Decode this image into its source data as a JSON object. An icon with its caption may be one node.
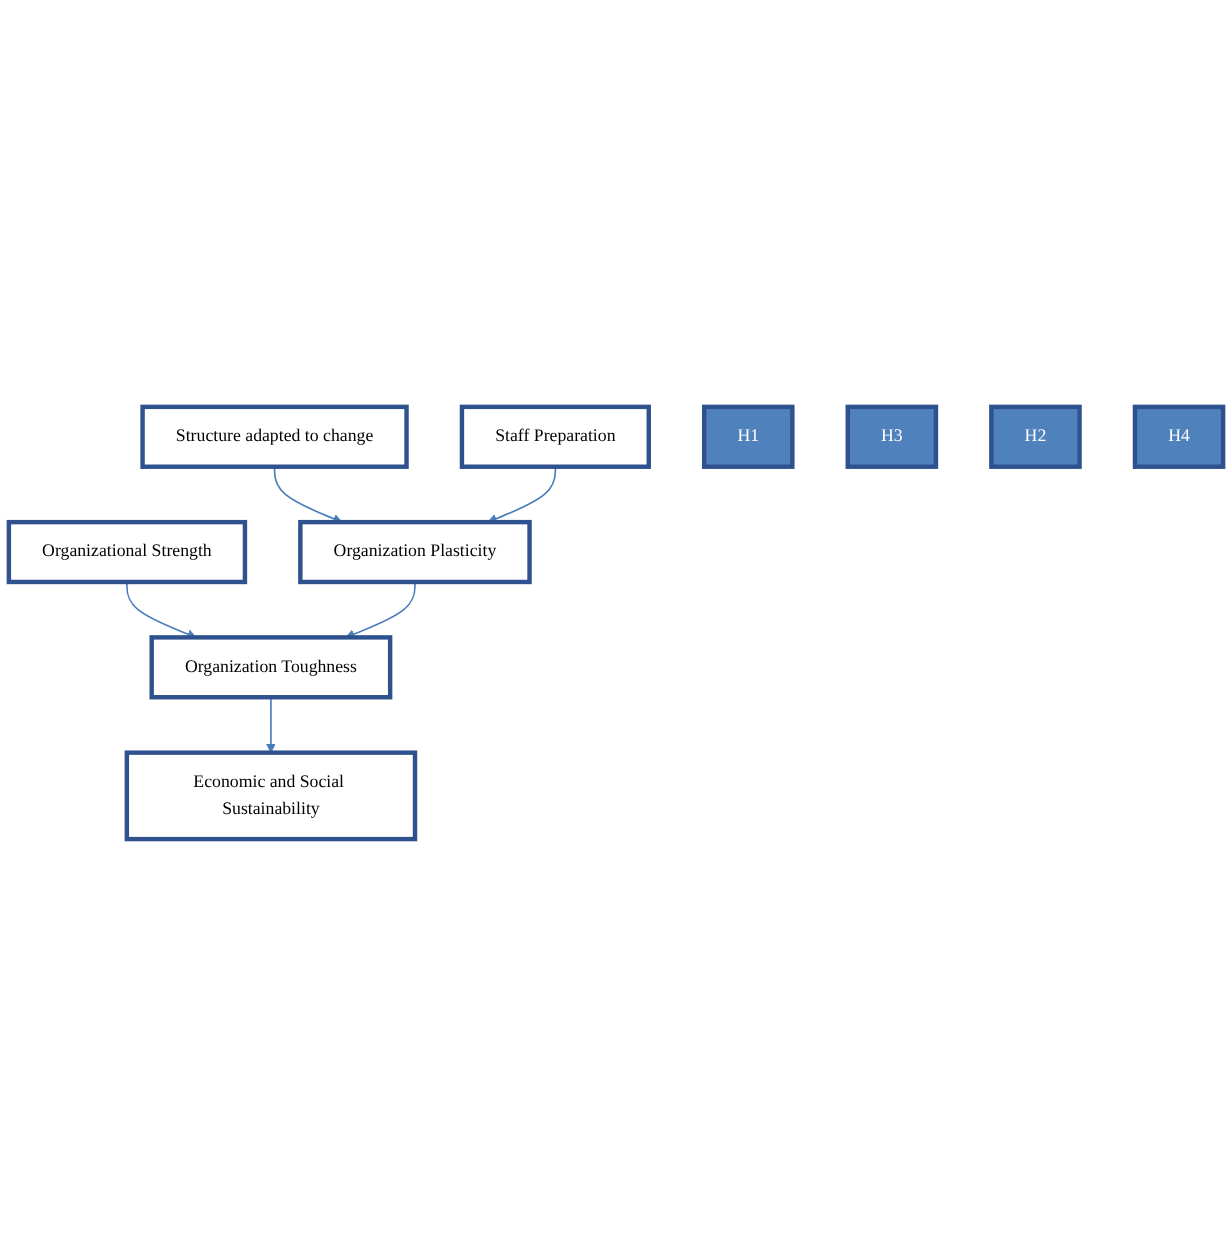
{
  "diagram": {
    "nodes": [
      {
        "text": [
          "Structure adapted to change"
        ]
      },
      {
        "text": [
          "Staff Preparation"
        ]
      },
      {
        "text": [
          "H1"
        ]
      },
      {
        "text": [
          "Organizational Strength"
        ]
      },
      {
        "text": [
          "H3"
        ]
      },
      {
        "text": [
          "Organization Plasticity"
        ]
      },
      {
        "text": [
          "H2"
        ]
      },
      {
        "text": [
          "Organization Toughness"
        ]
      },
      {
        "text": [
          "H4"
        ]
      },
      {
        "text": [
          "Economic and Social Sustainability"
        ]
      }
    ],
    "edges": [
      {
        "from": 0,
        "to": 5,
        "arrow": "to"
      },
      {
        "from": 1,
        "to": 5,
        "arrow": "to"
      },
      {
        "from": 3,
        "to": 7,
        "arrow": "to"
      },
      {
        "from": 5,
        "to": 7,
        "arrow": "to"
      },
      {
        "from": 7,
        "to": 9,
        "arrow": "to"
      }
    ]
  }
}
